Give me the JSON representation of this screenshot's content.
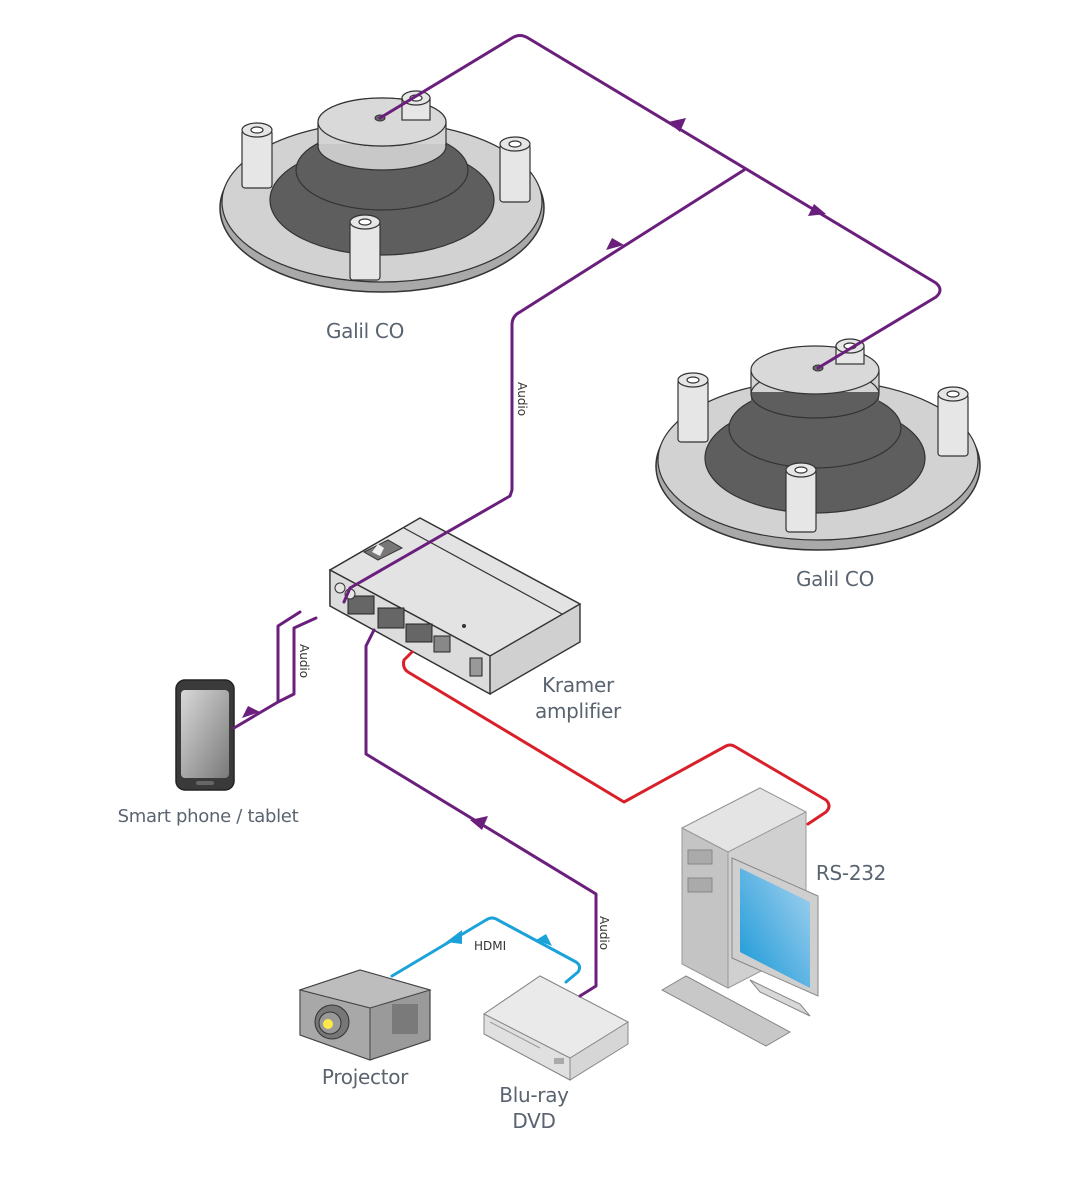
{
  "diagram": {
    "devices": {
      "speaker_1": {
        "label": "Galil CO"
      },
      "speaker_2": {
        "label": "Galil CO"
      },
      "amplifier": {
        "label_line1": "Kramer",
        "label_line2": "amplifier"
      },
      "phone": {
        "label": "Smart phone / tablet"
      },
      "pc": {
        "label": "RS-232"
      },
      "projector": {
        "label": "Projector"
      },
      "bluray": {
        "label_line1": "Blu-ray",
        "label_line2": "DVD"
      }
    },
    "cables": {
      "speaker_audio": {
        "label": "Audio",
        "type": "audio"
      },
      "phone_audio": {
        "label": "Audio",
        "type": "audio"
      },
      "bluray_audio": {
        "label": "Audio",
        "type": "audio"
      },
      "hdmi": {
        "label": "HDMI",
        "type": "hdmi"
      },
      "rs232": {
        "label": "",
        "type": "rs-232"
      }
    },
    "colors": {
      "audio": "#6b1f7c",
      "hdmi": "#1ba3d9",
      "rs232": "#d9202a",
      "label_text": "#5a6470"
    }
  }
}
